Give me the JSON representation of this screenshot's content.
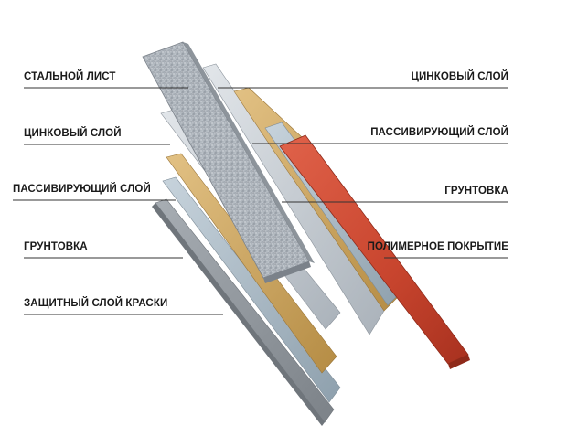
{
  "labels_left": [
    "СТАЛЬНОЙ ЛИСТ",
    "ЦИНКОВЫЙ СЛОЙ",
    "ПАССИВИРУЮЩИЙ СЛОЙ",
    "ГРУНТОВКА",
    "ЗАЩИТНЫЙ СЛОЙ КРАСКИ"
  ],
  "labels_right": [
    "ЦИНКОВЫЙ СЛОЙ",
    "ПАССИВИРУЮЩИЙ СЛОЙ",
    "ГРУНТОВКА",
    "ПОЛИМЕРНОЕ ПОКРЫТИЕ"
  ],
  "colors": {
    "steel": "#a9b0b8",
    "zinc": "#c6ccd2",
    "passivating": "#c9a25c",
    "primer": "#9fb0bc",
    "paint_back": "#8e949a",
    "polymer": "#c8452e",
    "leader_line": "#333333"
  }
}
